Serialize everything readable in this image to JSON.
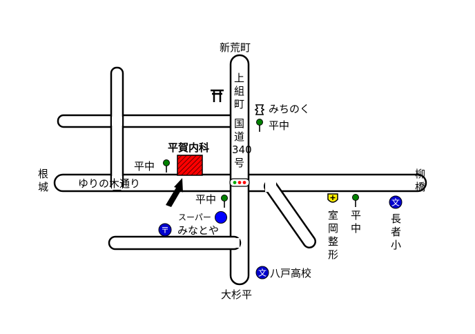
{
  "map": {
    "destination": "平賀内科",
    "places": {
      "north": "新荒町",
      "south": "大杉平",
      "west": [
        "根",
        "城"
      ],
      "east": [
        "柳",
        "橋"
      ],
      "kamikumi": [
        "上",
        "組",
        "町"
      ],
      "route": [
        "国",
        "道",
        "340",
        "号"
      ],
      "yurinoki": "ゆりの木通り",
      "michinoku": "みちのく",
      "hiranaka_right": "平中",
      "hiranaka_left": "平中",
      "hiranaka_below": "平中",
      "super": "スーパー",
      "minatoya": "みなとや",
      "hachinohe": "八戸高校",
      "muroka": [
        "室",
        "岡",
        "整",
        "形"
      ],
      "hiranaka_v": [
        "平",
        "中"
      ],
      "chojasho": [
        "長",
        "者",
        "小"
      ]
    },
    "symbols": {
      "school_glyph": "文",
      "post_glyph": "〒",
      "shrine_glyph": "⛩"
    },
    "colors": {
      "destination": "#ff0000",
      "school": "#0000cc",
      "post": "#0000cc",
      "super": "#0000ff",
      "bus_stop": "#008000",
      "clinic": "#ffee00",
      "signal_red": "#ff0000",
      "signal_green": "#00aa00"
    }
  }
}
